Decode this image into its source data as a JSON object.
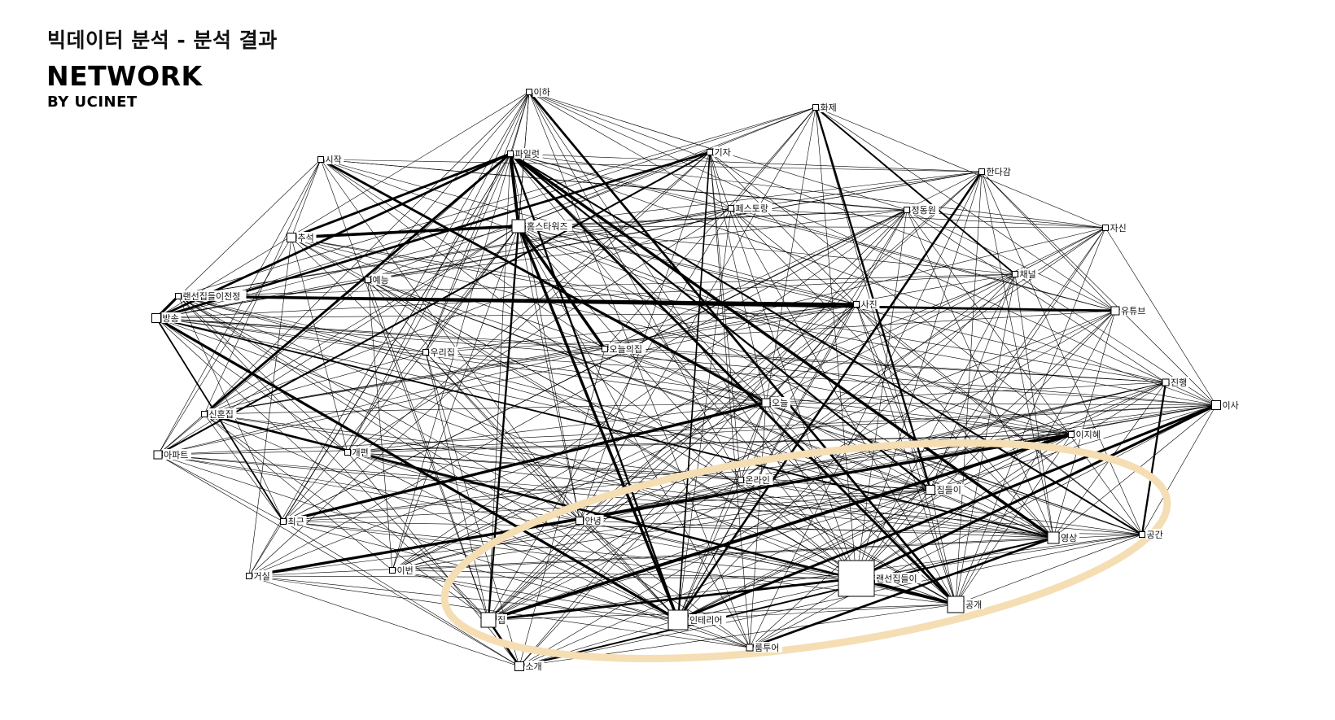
{
  "header": {
    "title": "빅데이터 분석 - 분석 결과",
    "subtitle": "NETWORK",
    "byline": "BY UCINET"
  },
  "colors": {
    "edge": "#000000",
    "node_fill": "#ffffff",
    "node_stroke": "#000000",
    "highlight": "#f5deb3"
  },
  "nodes": [
    {
      "id": "이하",
      "label": "이하"
    },
    {
      "id": "화제",
      "label": "화제"
    },
    {
      "id": "파일럿",
      "label": "파일럿"
    },
    {
      "id": "기자",
      "label": "기자"
    },
    {
      "id": "시작",
      "label": "시작"
    },
    {
      "id": "한다감",
      "label": "한다감"
    },
    {
      "id": "홈스타워즈",
      "label": "홈스타워즈"
    },
    {
      "id": "페스토랑",
      "label": "페스토랑"
    },
    {
      "id": "정동원",
      "label": "정동원"
    },
    {
      "id": "추석",
      "label": "추석"
    },
    {
      "id": "자신",
      "label": "자신"
    },
    {
      "id": "예능",
      "label": "예능"
    },
    {
      "id": "채널",
      "label": "채널"
    },
    {
      "id": "랜선집들이전정",
      "label": "랜선집들이전정"
    },
    {
      "id": "사진",
      "label": "사진"
    },
    {
      "id": "방송",
      "label": "방송"
    },
    {
      "id": "유튜브",
      "label": "유튜브"
    },
    {
      "id": "우리집",
      "label": "우리집"
    },
    {
      "id": "오늘의집",
      "label": "오늘의집"
    },
    {
      "id": "진행",
      "label": "진행"
    },
    {
      "id": "이사",
      "label": "이사"
    },
    {
      "id": "오늘",
      "label": "오늘"
    },
    {
      "id": "신혼집",
      "label": "신혼집"
    },
    {
      "id": "이지혜",
      "label": "이지혜"
    },
    {
      "id": "아파트",
      "label": "아파트"
    },
    {
      "id": "개편",
      "label": "개편"
    },
    {
      "id": "온라인",
      "label": "온라인"
    },
    {
      "id": "집들이",
      "label": "집들이"
    },
    {
      "id": "최근",
      "label": "최근"
    },
    {
      "id": "안녕",
      "label": "안녕"
    },
    {
      "id": "공간",
      "label": "공간"
    },
    {
      "id": "영상",
      "label": "영상"
    },
    {
      "id": "랜선집들이",
      "label": "랜선집들이"
    },
    {
      "id": "이번",
      "label": "이번"
    },
    {
      "id": "거실",
      "label": "거실"
    },
    {
      "id": "공개",
      "label": "공개"
    },
    {
      "id": "집",
      "label": "집"
    },
    {
      "id": "인테리어",
      "label": "인테리어"
    },
    {
      "id": "룸투어",
      "label": "룸투어"
    },
    {
      "id": "소개",
      "label": "소개"
    }
  ]
}
